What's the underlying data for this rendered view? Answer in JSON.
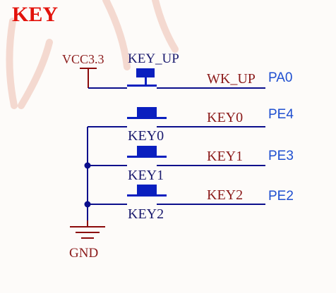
{
  "title": "KEY",
  "power": {
    "label": "VCC3.3"
  },
  "ground": {
    "label": "GND"
  },
  "buttons": [
    {
      "name": "KEY_UP",
      "net": "WK_UP",
      "pin": "PA0"
    },
    {
      "name": "KEY0",
      "net": "KEY0",
      "pin": "PE4"
    },
    {
      "name": "KEY1",
      "net": "KEY1",
      "pin": "PE3"
    },
    {
      "name": "KEY2",
      "net": "KEY2",
      "pin": "PE2"
    }
  ],
  "colors": {
    "title": "#e3120b",
    "wire_red": "#8b0a0a",
    "wire_blue": "#0b0e8c",
    "net_label": "#8b1a1a",
    "pin_label": "#1f4fd0",
    "key_label": "#1a1a6e",
    "button_fill": "#0a1fbf",
    "watermark": "#f4d6cc"
  }
}
